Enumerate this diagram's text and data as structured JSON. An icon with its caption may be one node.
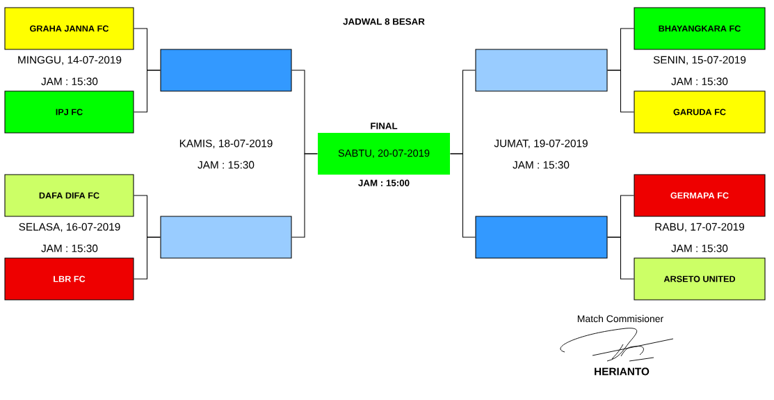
{
  "diagram": {
    "title": "JADWAL 8 BESAR",
    "nodes": [
      {
        "text": [
          "GRAHA JANNA FC"
        ]
      },
      {
        "text": [
          "IPJ FC"
        ]
      },
      {
        "text": [],
        "shape": "box"
      },
      {
        "text": [
          "DAFA DIFA FC"
        ]
      },
      {
        "text": [
          "LBR  FC"
        ]
      },
      {
        "text": [],
        "shape": "box"
      },
      {
        "text": [
          "FINAL",
          "SABTU, 20-07-2019"
        ],
        "beside": [
          "JAM : 15:00"
        ]
      },
      {
        "text": [
          "BHAYANGKARA FC"
        ]
      },
      {
        "text": [
          "GARUDA FC"
        ]
      },
      {
        "text": [],
        "shape": "box"
      },
      {
        "text": [
          "GERMAPA FC"
        ]
      },
      {
        "text": [
          "ARSETO UNITED"
        ]
      },
      {
        "text": [],
        "shape": "box"
      }
    ],
    "edges": [
      {
        "from": 0,
        "to": 2,
        "arrow": "none"
      },
      {
        "from": 1,
        "to": 2,
        "arrow": "none"
      },
      {
        "from": 3,
        "to": 5,
        "arrow": "none"
      },
      {
        "from": 4,
        "to": 5,
        "arrow": "none"
      },
      {
        "from": 2,
        "to": 6,
        "arrow": "none"
      },
      {
        "from": 5,
        "to": 6,
        "arrow": "none"
      },
      {
        "from": 7,
        "to": 9,
        "arrow": "none"
      },
      {
        "from": 8,
        "to": 9,
        "arrow": "none"
      },
      {
        "from": 10,
        "to": 12,
        "arrow": "none"
      },
      {
        "from": 11,
        "to": 12,
        "arrow": "none"
      },
      {
        "from": 9,
        "to": 6,
        "arrow": "none"
      },
      {
        "from": 12,
        "to": 6,
        "arrow": "none"
      }
    ],
    "labels": [
      "MINGGU, 14-07-2019",
      "JAM : 15:30",
      "SENIN, 15-07-2019",
      "JAM : 15:30",
      "KAMIS, 18-07-2019",
      "JAM : 15:30",
      "JUMAT, 19-07-2019",
      "JAM : 15:30",
      "SELASA, 16-07-2019",
      "JAM : 15:30",
      "RABU, 17-07-2019",
      "JAM : 15:30",
      "Match Commisioner",
      "HERIANTO"
    ]
  }
}
